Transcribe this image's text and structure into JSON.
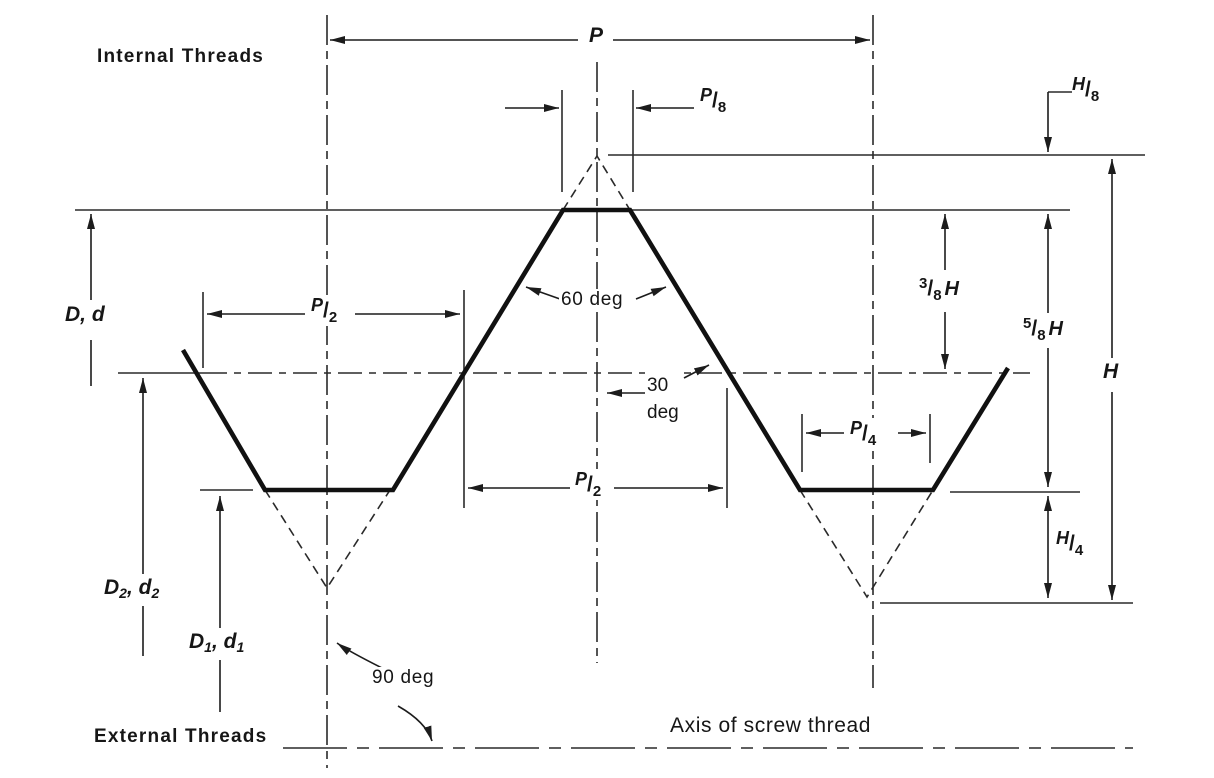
{
  "diagram": {
    "internal_threads_label": "Internal Threads",
    "external_threads_label": "External Threads",
    "axis_label": "Axis of screw thread",
    "pitch_symbol": "P",
    "height_symbol": "H",
    "major_diameter_label": "D, d",
    "pitch_diameter": {
      "D": "D",
      "D_sub": "2",
      "comma": ", ",
      "d": "d",
      "d_sub": "2"
    },
    "minor_diameter": {
      "D": "D",
      "D_sub": "1",
      "comma": ", ",
      "d": "d",
      "d_sub": "1"
    },
    "angles": {
      "full_flank": "60 deg",
      "half_flank_value": "30",
      "half_flank_unit": "deg",
      "axis_angle": "90 deg"
    },
    "fractions": {
      "p_over_8": {
        "num": "P",
        "slash": "/",
        "den": "8"
      },
      "h_over_8": {
        "num": "H",
        "slash": "/",
        "den": "8"
      },
      "p_over_2_top": {
        "num": "P",
        "slash": "/",
        "den": "2"
      },
      "p_over_2_bottom": {
        "num": "P",
        "slash": "/",
        "den": "2"
      },
      "p_over_4": {
        "num": "P",
        "slash": "/",
        "den": "4"
      },
      "h_over_4": {
        "num": "H",
        "slash": "/",
        "den": "4"
      },
      "three_eighths_h": {
        "num": "3",
        "slash": "/",
        "den": "8",
        "symbol": "H"
      },
      "five_eighths_h": {
        "num": "5",
        "slash": "/",
        "den": "8",
        "symbol": "H"
      }
    },
    "colors": {
      "line": "#1c1c1c",
      "background": "#ffffff"
    }
  }
}
